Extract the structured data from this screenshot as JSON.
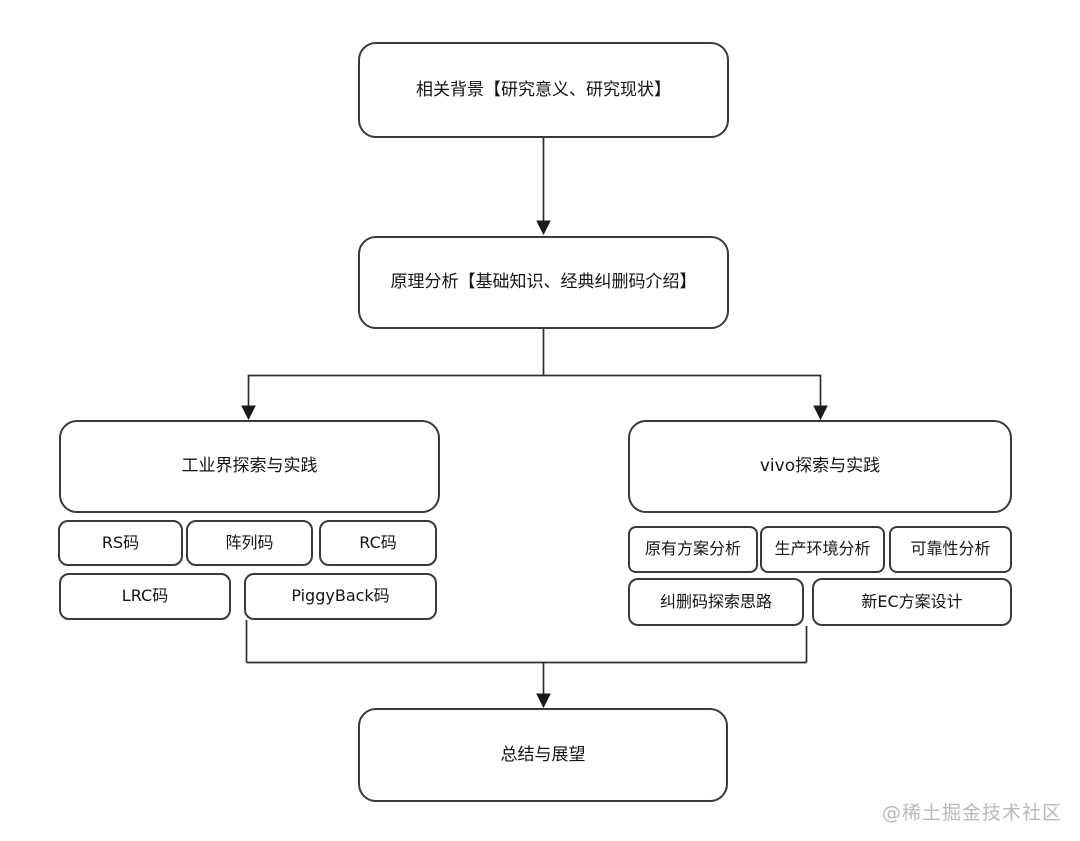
{
  "diagram": {
    "nodes": {
      "background": "相关背景【研究意义、研究现状】",
      "principle": "原理分析【基础知识、经典纠删码介绍】",
      "industry": "工业界探索与实践",
      "vivo": "vivo探索与实践",
      "rs_code": "RS码",
      "array_code": "阵列码",
      "rc_code": "RC码",
      "lrc_code": "LRC码",
      "piggyback_code": "PiggyBack码",
      "existing_scheme_analysis": "原有方案分析",
      "production_env_analysis": "生产环境分析",
      "reliability_analysis": "可靠性分析",
      "erasure_code_exploration": "纠删码探索思路",
      "new_ec_design": "新EC方案设计",
      "summary": "总结与展望"
    },
    "watermark": "@稀土掘金技术社区",
    "colors": {
      "canvas_background": "#ffffff",
      "node_fill": "#ffffff",
      "node_border": "#3a3a3a",
      "connector": "#2e2e2e",
      "text": "#141414",
      "watermark": "#b9b9b9"
    }
  }
}
